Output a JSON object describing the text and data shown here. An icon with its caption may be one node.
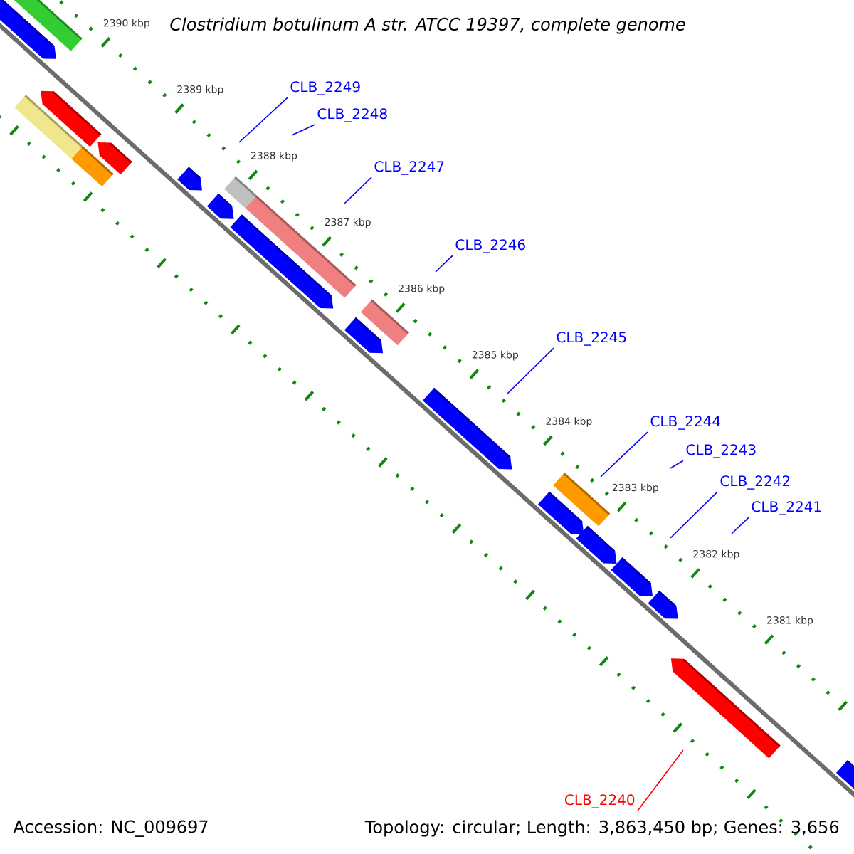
{
  "diagram": {
    "title": "Clostridium botulinum A str. ATCC 19397, complete genome",
    "nodes": [
      {
        "text": [
          "CLB_2249"
        ]
      },
      {
        "text": [
          "CLB_2248"
        ]
      },
      {
        "text": [
          "CLB_2247"
        ]
      },
      {
        "text": [
          "CLB_2246"
        ]
      },
      {
        "text": [
          "CLB_2245"
        ]
      },
      {
        "text": [
          "CLB_2244"
        ]
      },
      {
        "text": [
          "CLB_2243"
        ]
      },
      {
        "text": [
          "CLB_2242"
        ]
      },
      {
        "text": [
          "CLB_2241"
        ]
      },
      {
        "text": [
          "CLB_2240"
        ]
      }
    ],
    "edges": [
      {
        "from": 0,
        "to": null,
        "arrow": "none"
      },
      {
        "from": 1,
        "to": null,
        "arrow": "none"
      },
      {
        "from": 2,
        "to": null,
        "arrow": "none"
      },
      {
        "from": 3,
        "to": null,
        "arrow": "none"
      },
      {
        "from": 4,
        "to": null,
        "arrow": "none"
      },
      {
        "from": 5,
        "to": null,
        "arrow": "none"
      },
      {
        "from": 6,
        "to": null,
        "arrow": "none"
      },
      {
        "from": 7,
        "to": null,
        "arrow": "none"
      },
      {
        "from": 8,
        "to": null,
        "arrow": "none"
      },
      {
        "from": 9,
        "to": null,
        "arrow": "none",
        "color": "#ff0000"
      }
    ],
    "labels": [
      "2390 kbp",
      "2389 kbp",
      "2388 kbp",
      "2387 kbp",
      "2386 kbp",
      "2385 kbp",
      "2384 kbp",
      "2383 kbp",
      "2382 kbp",
      "2381 kbp",
      "Accession: NC_009697",
      "Topology: circular; Length: 3,863,450 bp; Genes: 3,656"
    ]
  }
}
